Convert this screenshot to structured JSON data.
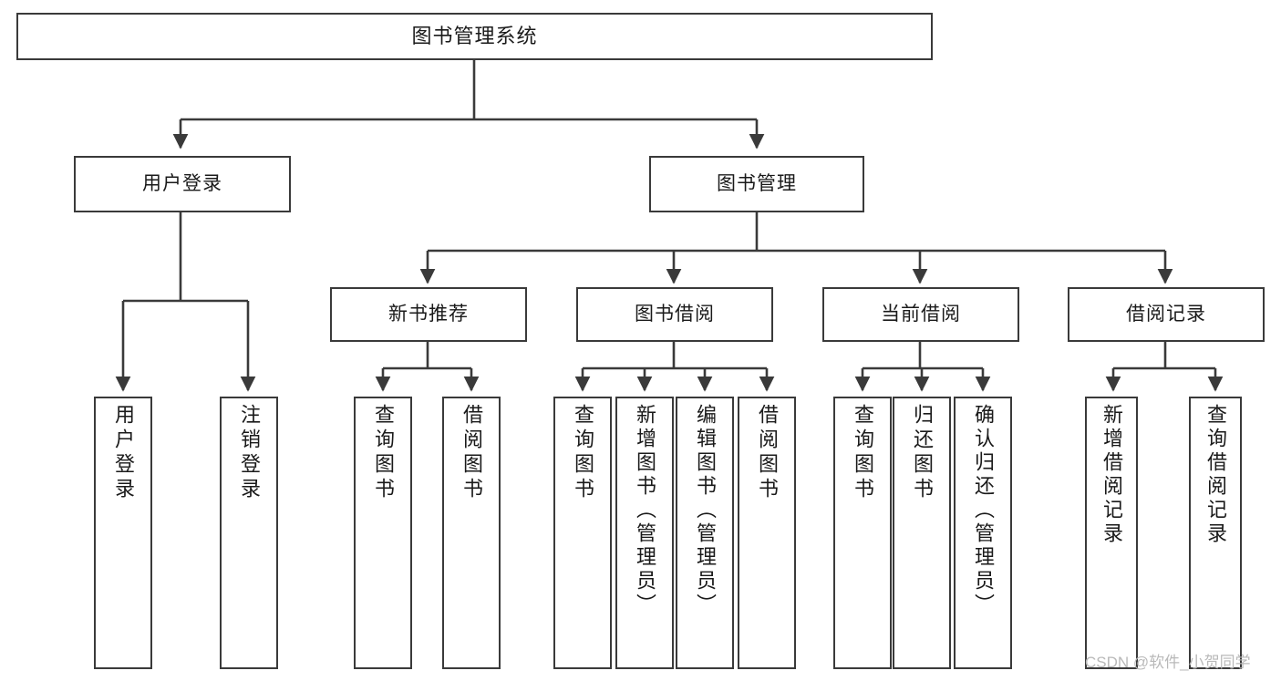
{
  "diagram": {
    "type": "tree",
    "title": "图书管理系统",
    "root": {
      "id": "root",
      "label": "图书管理系统"
    },
    "level1": [
      {
        "id": "user-login",
        "label": "用户登录"
      },
      {
        "id": "book-management",
        "label": "图书管理"
      }
    ],
    "level2": [
      {
        "id": "new-book-recommend",
        "label": "新书推荐",
        "parent": "book-management"
      },
      {
        "id": "book-borrow",
        "label": "图书借阅",
        "parent": "book-management"
      },
      {
        "id": "current-borrow",
        "label": "当前借阅",
        "parent": "book-management"
      },
      {
        "id": "borrow-record",
        "label": "借阅记录",
        "parent": "book-management"
      }
    ],
    "leaves": [
      {
        "id": "leaf-user-login",
        "label": "用户登录",
        "parent": "user-login"
      },
      {
        "id": "leaf-logout-login",
        "label": "注销登录",
        "parent": "user-login"
      },
      {
        "id": "leaf-query-book-1",
        "label": "查询图书",
        "parent": "new-book-recommend"
      },
      {
        "id": "leaf-borrow-book-1",
        "label": "借阅图书",
        "parent": "new-book-recommend"
      },
      {
        "id": "leaf-query-book-2",
        "label": "查询图书",
        "parent": "book-borrow"
      },
      {
        "id": "leaf-add-book",
        "label": "新增图书（管理员）",
        "parent": "book-borrow"
      },
      {
        "id": "leaf-edit-book",
        "label": "编辑图书（管理员）",
        "parent": "book-borrow"
      },
      {
        "id": "leaf-borrow-book-2",
        "label": "借阅图书",
        "parent": "book-borrow"
      },
      {
        "id": "leaf-query-book-3",
        "label": "查询图书",
        "parent": "current-borrow"
      },
      {
        "id": "leaf-return-book",
        "label": "归还图书",
        "parent": "current-borrow"
      },
      {
        "id": "leaf-confirm-return",
        "label": "确认归还（管理员）",
        "parent": "current-borrow"
      },
      {
        "id": "leaf-add-record",
        "label": "新增借阅记录",
        "parent": "borrow-record"
      },
      {
        "id": "leaf-query-record",
        "label": "查询借阅记录",
        "parent": "borrow-record"
      }
    ],
    "colors": {
      "box_border": "#3a3a3a",
      "box_fill": "#ffffff",
      "edge": "#3a3a3a",
      "text": "#1a1a1a",
      "watermark": "#b9b9b9",
      "background": "#ffffff"
    }
  },
  "watermark": {
    "text": "CSDN @软件_小贺同学"
  }
}
